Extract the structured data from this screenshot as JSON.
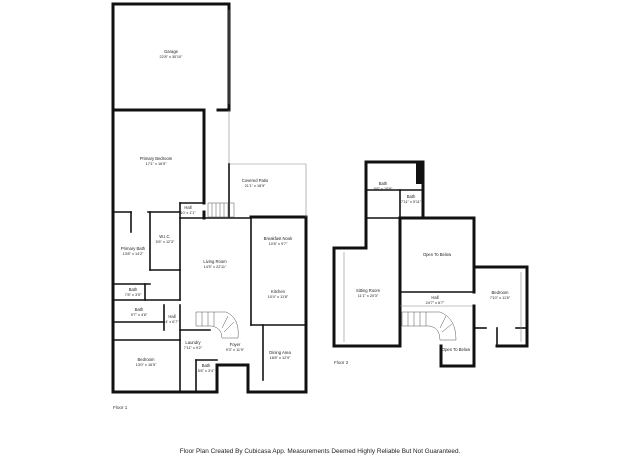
{
  "floors": [
    {
      "label": "Floor 1",
      "rooms": [
        {
          "name": "Garage",
          "dims": "22'8\" x 30'10\""
        },
        {
          "name": "Primary Bedroom",
          "dims": "17'1\" x 16'5\""
        },
        {
          "name": "Covered Patio",
          "dims": "21'1\" x 18'9\""
        },
        {
          "name": "Hall",
          "dims": "10' x 1'1\""
        },
        {
          "name": "W.I.C.",
          "dims": "5'6\" x 12'3\""
        },
        {
          "name": "Primary Bath",
          "dims": "13'8\" x 14'2\""
        },
        {
          "name": "Bath",
          "dims": "7'8\" x 3'5\""
        },
        {
          "name": "Living Room",
          "dims": "14'5\" x 22'11\""
        },
        {
          "name": "Breakfast Nook",
          "dims": "10'6\" x 9'7\""
        },
        {
          "name": "Kitchen",
          "dims": "10'4\" x 11'8\""
        },
        {
          "name": "Bath",
          "dims": "9'7\" x 4'8\""
        },
        {
          "name": "Hall",
          "dims": "4' x 6'7\""
        },
        {
          "name": "Laundry",
          "dims": "7'11\" x 9'2\""
        },
        {
          "name": "Foyer",
          "dims": "9'3\" x 11'9\""
        },
        {
          "name": "Bedroom",
          "dims": "13'0\" x 16'5\""
        },
        {
          "name": "Bath",
          "dims": "5'6\" x 3'4\""
        },
        {
          "name": "Dining Area",
          "dims": "18'8\" x 12'9\""
        }
      ]
    },
    {
      "label": "Floor 2",
      "rooms": [
        {
          "name": "Bath",
          "dims": "9'6\" x 15'9\""
        },
        {
          "name": "Bath",
          "dims": "7'11\" x 5'11\""
        },
        {
          "name": "Open To Below",
          "dims": ""
        },
        {
          "name": "Sitting Room",
          "dims": "11'1\" x 20'3\""
        },
        {
          "name": "Hall",
          "dims": "24'7\" x 6'7\""
        },
        {
          "name": "Bedroom",
          "dims": "7'10\" x 11'6\""
        },
        {
          "name": "Open To Below",
          "dims": ""
        }
      ]
    }
  ],
  "disclaimer": "Floor Plan Created By Cubicasa App. Measurements Deemed Highly Reliable But Not Guaranteed."
}
